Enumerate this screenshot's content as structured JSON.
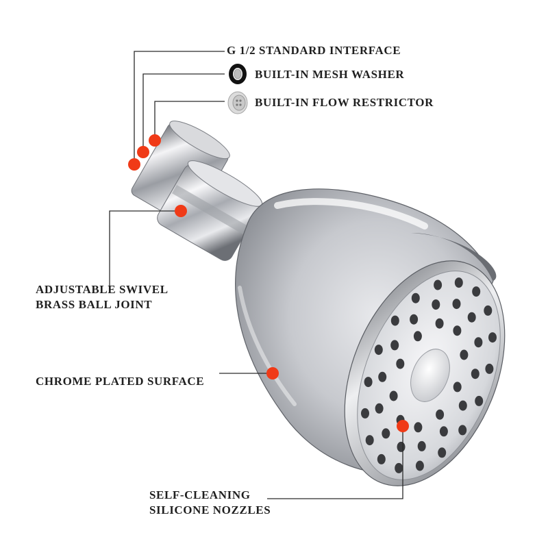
{
  "colors": {
    "marker": "#f03a17",
    "line": "#2a2a2a",
    "label": "#1f1f1f",
    "chrome_light": "#f2f2f4",
    "chrome_mid": "#b9bcc2",
    "chrome_dark": "#55585e",
    "nozzle": "#3a3b3e"
  },
  "callouts": {
    "interface": "G 1/2 STANDARD INTERFACE",
    "washer": "BUILT-IN MESH WASHER",
    "restrictor": "BUILT-IN FLOW RESTRICTOR",
    "swivel": [
      "ADJUSTABLE SWIVEL",
      "BRASS BALL JOINT"
    ],
    "chrome": "CHROME PLATED SURFACE",
    "nozzles": [
      "SELF-CLEANING",
      "SILICONE NOZZLES"
    ]
  },
  "icons": {
    "washer": "mesh-washer-icon",
    "restrictor": "flow-restrictor-icon"
  }
}
